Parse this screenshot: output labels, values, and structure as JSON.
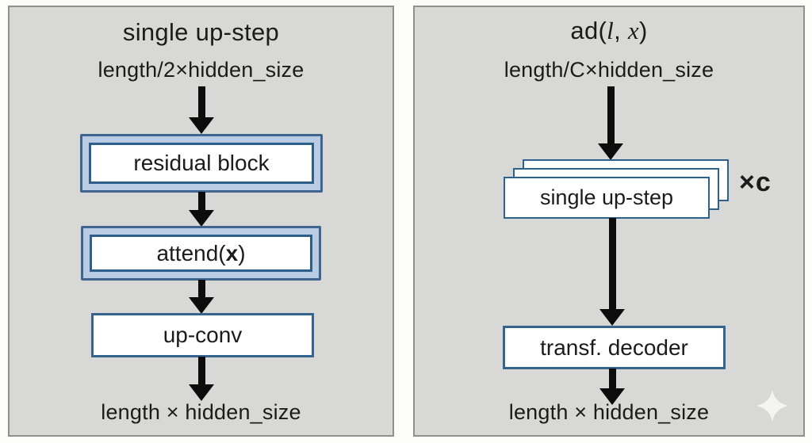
{
  "left_panel": {
    "title": "single up-step",
    "input_label": "length/2×hidden_size",
    "residual_label": "residual block",
    "attend_prefix": "attend(",
    "attend_var": "x",
    "attend_suffix": ")",
    "upconv_label": "up-conv",
    "output_label": "length × hidden_size"
  },
  "right_panel": {
    "title_prefix": "ad(",
    "title_var_l": "l",
    "title_comma": ", ",
    "title_var_x": "x",
    "title_suffix": ")",
    "input_label": "length/C×hidden_size",
    "stack_label": "single up-step",
    "multiplier_label": "×c",
    "decoder_label": "transf. decoder",
    "output_label": "length × hidden_size"
  },
  "icons": {
    "arrow": "arrow-down-icon",
    "sparkle": "sparkle-icon"
  },
  "colors": {
    "panel_bg": "#d8d8d6",
    "panel_border": "#8f8f8d",
    "double_box_outer_border": "#3d6590",
    "double_box_band_fill": "#b9cce3",
    "double_box_inner_border": "#2e5f8a",
    "single_box_border": "#35658e",
    "box_fill": "#ffffff",
    "arrow": "#0c0c0c",
    "text": "#1b1b1b",
    "sparkle": "#f4f4f2"
  }
}
